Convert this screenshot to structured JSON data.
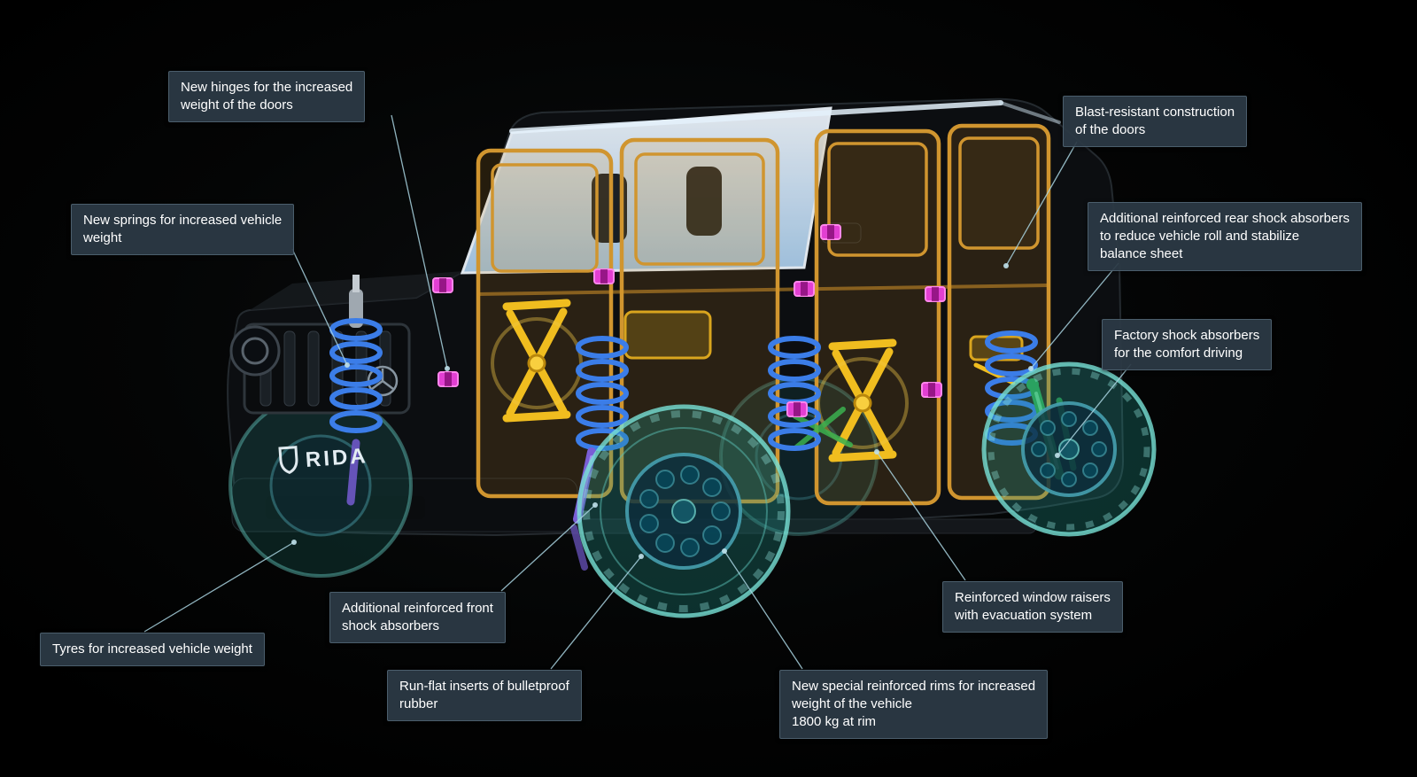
{
  "page": {
    "description": "Armored SUV cutaway infographic showing reinforced protection components"
  },
  "vehicle": {
    "logo_text": "RIDA"
  },
  "callouts": [
    {
      "name": "new-hinges",
      "text": "New hinges for the increased\nweight of the doors"
    },
    {
      "name": "blast-resistant-doors",
      "text": "Blast-resistant construction\nof the doors"
    },
    {
      "name": "new-springs",
      "text": "New springs for increased vehicle\nweight"
    },
    {
      "name": "rear-shock-absorbers",
      "text": "Additional reinforced rear shock absorbers\nto reduce vehicle roll and stabilize\nbalance sheet"
    },
    {
      "name": "factory-shock-absorbers",
      "text": "Factory shock absorbers\nfor the comfort driving"
    },
    {
      "name": "tyres",
      "text": "Tyres for increased vehicle weight"
    },
    {
      "name": "front-shock-absorbers",
      "text": "Additional reinforced front\nshock absorbers"
    },
    {
      "name": "run-flat-inserts",
      "text": "Run-flat inserts of bulletproof\nrubber"
    },
    {
      "name": "window-raisers",
      "text": "Reinforced window raisers\nwith evacuation system"
    },
    {
      "name": "reinforced-rims",
      "text": "New special reinforced rims for increased\nweight of the vehicle\n1800 kg at rim"
    }
  ],
  "colors": {
    "background": "#030404",
    "callout_background": "#2c3945",
    "callout_text": "#ffffff",
    "leader_line": "#a9d3e0",
    "door_frame": "#d0952f",
    "window_mechanism": "#f0bd1f",
    "hinge": "#e23fd2",
    "spring": "#3b7de8",
    "wheel": "#2ba99c",
    "factory_shock": "#2fa84e",
    "front_shock": "#6f58c8",
    "windshield": "#dcedfb"
  }
}
